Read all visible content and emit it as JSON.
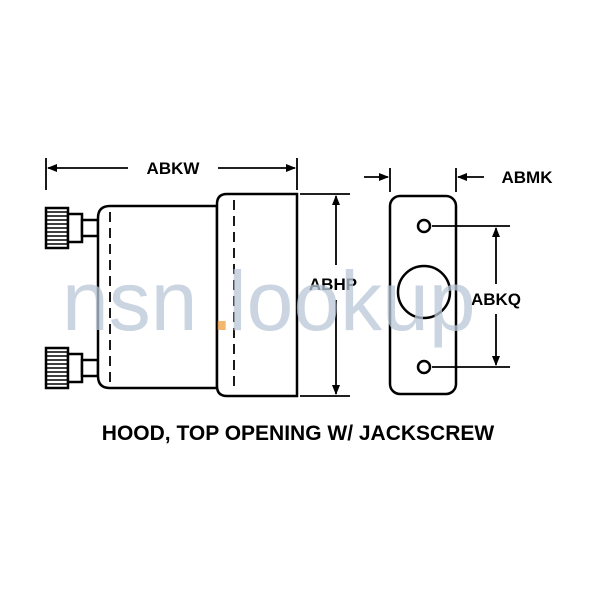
{
  "diagram": {
    "caption": "HOOD, TOP OPENING W/ JACKSCREW",
    "dimensions": {
      "width": "ABKW",
      "height": "ABHP",
      "thickness": "ABMK",
      "hole_spacing": "ABKQ"
    },
    "watermark": {
      "prefix": "nsn",
      "suffix": "lookup"
    },
    "colors": {
      "line": "#000000",
      "watermark": "#b9c8d8",
      "watermark_dot": "#f0a040"
    }
  }
}
